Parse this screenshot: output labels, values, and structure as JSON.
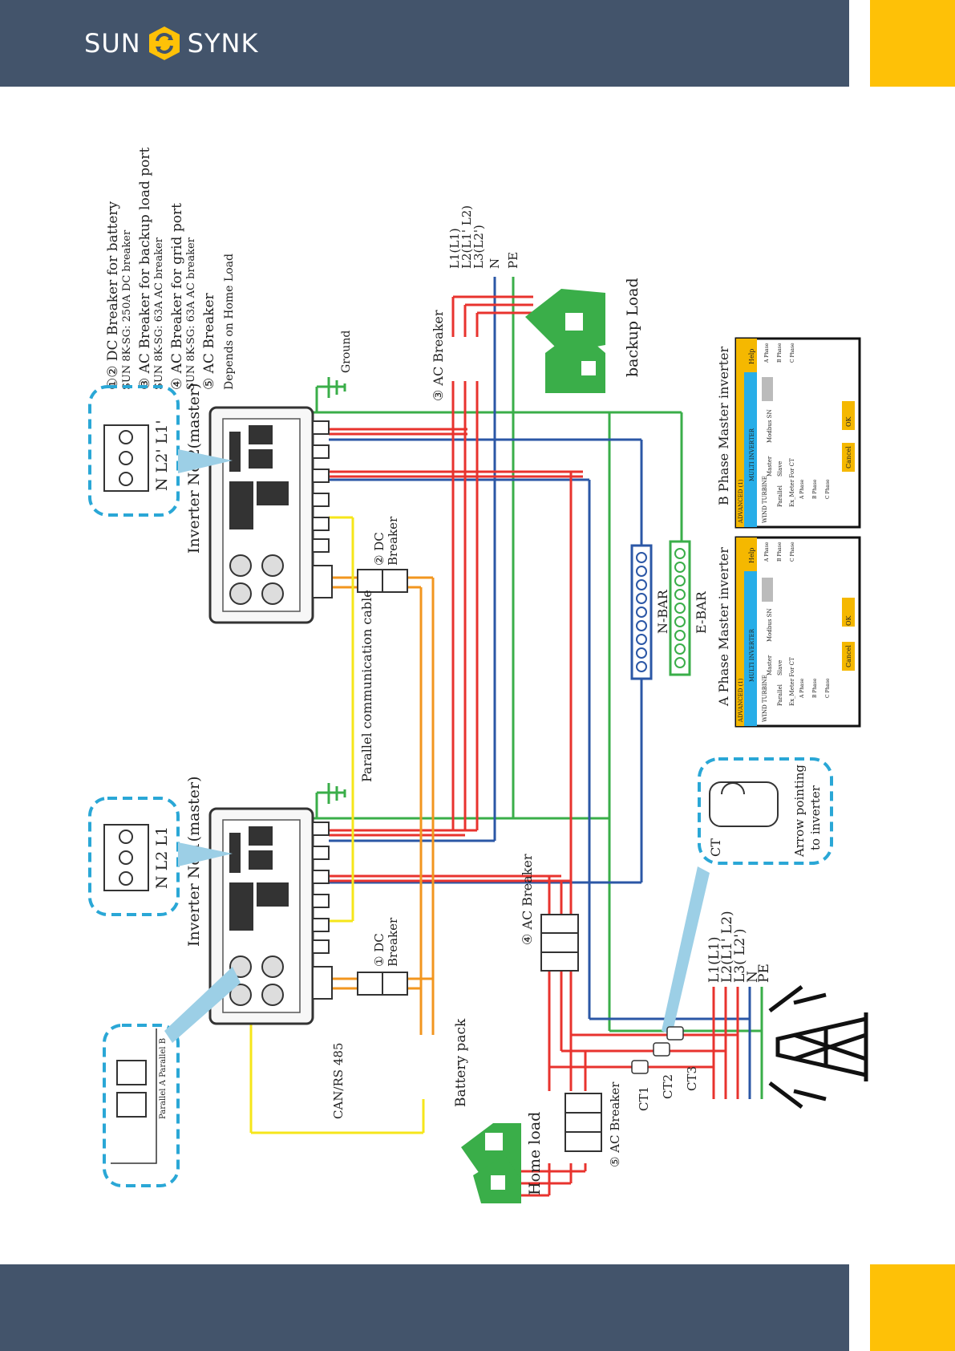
{
  "brand": {
    "left": "SUN",
    "right": "SYNK",
    "accent_color": "#fec107",
    "band_color": "#43546b"
  },
  "legend": [
    "①② DC Breaker for battery",
    "SUN 8K-SG: 250A DC breaker",
    "③ AC Breaker for backup load port",
    "SUN 8K-SG: 63A AC breaker",
    "④ AC Breaker for grid port",
    "SUN 8K-SG: 63A AC breaker",
    "⑤ AC Breaker",
    "Depends on Home Load"
  ],
  "inverter2": {
    "title": "Inverter No.2(master)",
    "terminals": "N  L2'  L1'"
  },
  "inverter1": {
    "title": "Inverter No.1(master)",
    "terminals": "N  L2  L1"
  },
  "labels": {
    "ground": "Ground",
    "ac_breaker_3": "③ AC Breaker",
    "ac_breaker_4": "④ AC Breaker",
    "ac_breaker_5": "⑤ AC Breaker",
    "dc_breaker_2": [
      "② DC",
      "Breaker"
    ],
    "dc_breaker_1": [
      "① DC",
      "Breaker"
    ],
    "parallel_cable": "Parallel communication cable",
    "nbar": "N-BAR",
    "ebar": "E-BAR",
    "backup_load": "backup Load",
    "battery_pack": "Battery pack",
    "can_rs485": "CAN/RS 485",
    "home_load": "Home load",
    "ct": "CT",
    "ct_note": [
      "Arrow pointing",
      "to inverter"
    ],
    "ct1": "CT1",
    "ct2": "CT2",
    "ct3": "CT3",
    "parallel_ports": "Parallel A  Parallel B"
  },
  "top_lines": [
    "L1(L1)",
    "L2(L1' L2)",
    "L3(L2')",
    "N",
    "PE"
  ],
  "grid_lines": [
    "L1(L1)",
    "L2(L1' L2)",
    "L3( L2')",
    "N",
    "PE"
  ],
  "screens": [
    {
      "caption": "A Phase Master inverter",
      "tabs": [
        "ADVANCED (1)",
        "MULTI INVERTER",
        "Help"
      ],
      "section": "WIND TURBINE",
      "options": [
        "Parallel",
        "Master",
        "Slave",
        "Modbus SN",
        "Ex_Meter For CT",
        "A Phase",
        "B Phase",
        "C Phase"
      ],
      "phase_options": [
        "A Phase",
        "B Phase",
        "C Phase"
      ],
      "selected_phase": "A Phase",
      "cancel": "Cancel",
      "ok": "OK"
    },
    {
      "caption": "B Phase Master inverter",
      "tabs": [
        "ADVANCED (1)",
        "MULTI INVERTER",
        "Help"
      ],
      "section": "WIND TURBINE",
      "options": [
        "Parallel",
        "Master",
        "Slave",
        "Modbus SN",
        "Ex_Meter For CT",
        "A Phase",
        "B Phase",
        "C Phase"
      ],
      "phase_options": [
        "A Phase",
        "B Phase",
        "C Phase"
      ],
      "selected_phase": "B Phase",
      "cancel": "Cancel",
      "ok": "OK"
    }
  ],
  "colors": {
    "red": "#e8332e",
    "blue": "#2b57a6",
    "green": "#3aae49",
    "orange": "#f2961f",
    "yellow": "#f6e61a",
    "cyan": "#2aa7d6"
  }
}
